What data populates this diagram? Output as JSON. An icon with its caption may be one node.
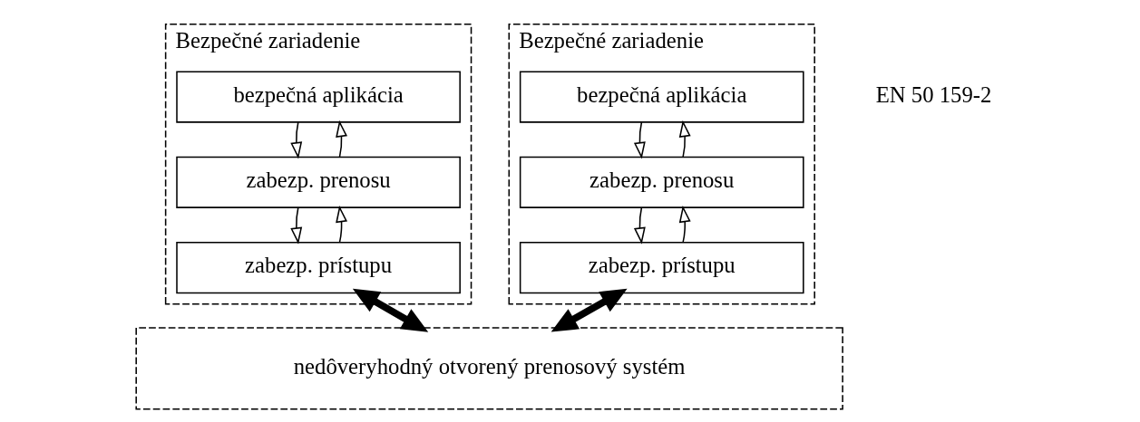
{
  "diagram": {
    "nodes": [
      {
        "text": [
          "Bezpečné zariadenie"
        ]
      },
      {
        "text": [
          "bezpečná aplikácia"
        ],
        "in": 0
      },
      {
        "text": [
          "zabezp. prenosu"
        ],
        "in": 0
      },
      {
        "text": [
          "zabezp. prístupu"
        ],
        "in": 0
      },
      {
        "text": [
          "Bezpečné zariadenie"
        ]
      },
      {
        "text": [
          "bezpečná aplikácia"
        ],
        "in": 4
      },
      {
        "text": [
          "zabezp. prenosu"
        ],
        "in": 4
      },
      {
        "text": [
          "zabezp. prístupu"
        ],
        "in": 4
      },
      {
        "text": [
          "nedôveryhodný otvorený prenosový systém"
        ]
      }
    ],
    "edges": [
      {
        "from": 1,
        "to": 2,
        "arrow": "to"
      },
      {
        "from": 2,
        "to": 1,
        "arrow": "to"
      },
      {
        "from": 2,
        "to": 3,
        "arrow": "to"
      },
      {
        "from": 3,
        "to": 2,
        "arrow": "to"
      },
      {
        "from": 5,
        "to": 6,
        "arrow": "to"
      },
      {
        "from": 6,
        "to": 5,
        "arrow": "to"
      },
      {
        "from": 6,
        "to": 7,
        "arrow": "to"
      },
      {
        "from": 7,
        "to": 6,
        "arrow": "to"
      },
      {
        "from": 3,
        "to": 8,
        "arrow": "both",
        "style": "thick"
      },
      {
        "from": 7,
        "to": 8,
        "arrow": "both",
        "style": "thick"
      }
    ],
    "labels": [
      "EN 50 159-2"
    ]
  }
}
